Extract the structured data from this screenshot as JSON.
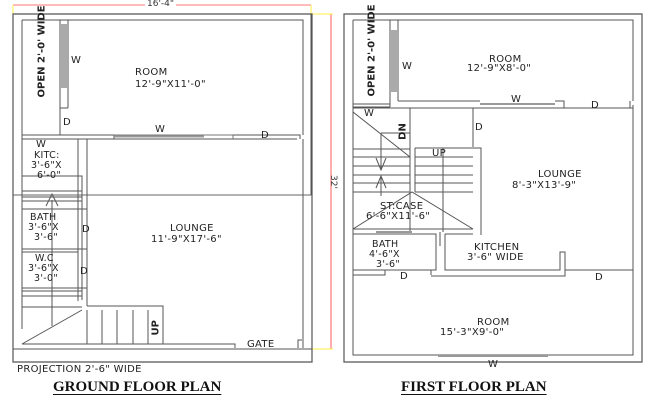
{
  "dimensions": {
    "overall_width": "16'-4\"",
    "overall_depth": "32'"
  },
  "ground_floor": {
    "title": "GROUND FLOOR PLAN",
    "open_strip": "OPEN 2'-0' WIDE",
    "room": {
      "name": "ROOM",
      "size": "12'-9\"X11'-0\""
    },
    "kitchen": {
      "name": "KITC:",
      "size_line1": "3'-6\"X",
      "size_line2": "6'-0\""
    },
    "bath": {
      "name": "BATH",
      "size_line1": "3'-6\"X",
      "size_line2": "3'-6\""
    },
    "wc": {
      "name": "W.C",
      "size_line1": "3'-6\"X",
      "size_line2": "3'-0\""
    },
    "lounge": {
      "name": "LOUNGE",
      "size": "11'-9\"X17'-6\""
    },
    "stair_label": "UP",
    "gate": "GATE",
    "projection": "PROJECTION 2'-6\" WIDE",
    "marks": {
      "window": "W",
      "door": "D"
    }
  },
  "first_floor": {
    "title": "FIRST FLOOR PLAN",
    "open_strip": "OPEN 2'-0' WIDE",
    "room_top": {
      "name": "ROOM",
      "size": "12'-9\"X8'-0\""
    },
    "lounge": {
      "name": "LOUNGE",
      "size": "8'-3\"X13'-9\""
    },
    "staircase": {
      "name": "ST:CASE",
      "size": "6'-6\"X11'-6\"",
      "down": "DN",
      "up": "UP"
    },
    "bath": {
      "name": "BATH",
      "size_line1": "4'-6\"X",
      "size_line2": "3'-6\""
    },
    "kitchen": {
      "name": "KITCHEN",
      "size": "3'-6\" WIDE"
    },
    "room_bottom": {
      "name": "ROOM",
      "size": "15'-3\"X9'-0\""
    },
    "marks": {
      "window": "W",
      "door": "D"
    }
  },
  "colors": {
    "wall": "#555555",
    "dimension_line": "#ff6666",
    "extension_line": "#ffee44",
    "window_fill": "#bbbbbb"
  }
}
